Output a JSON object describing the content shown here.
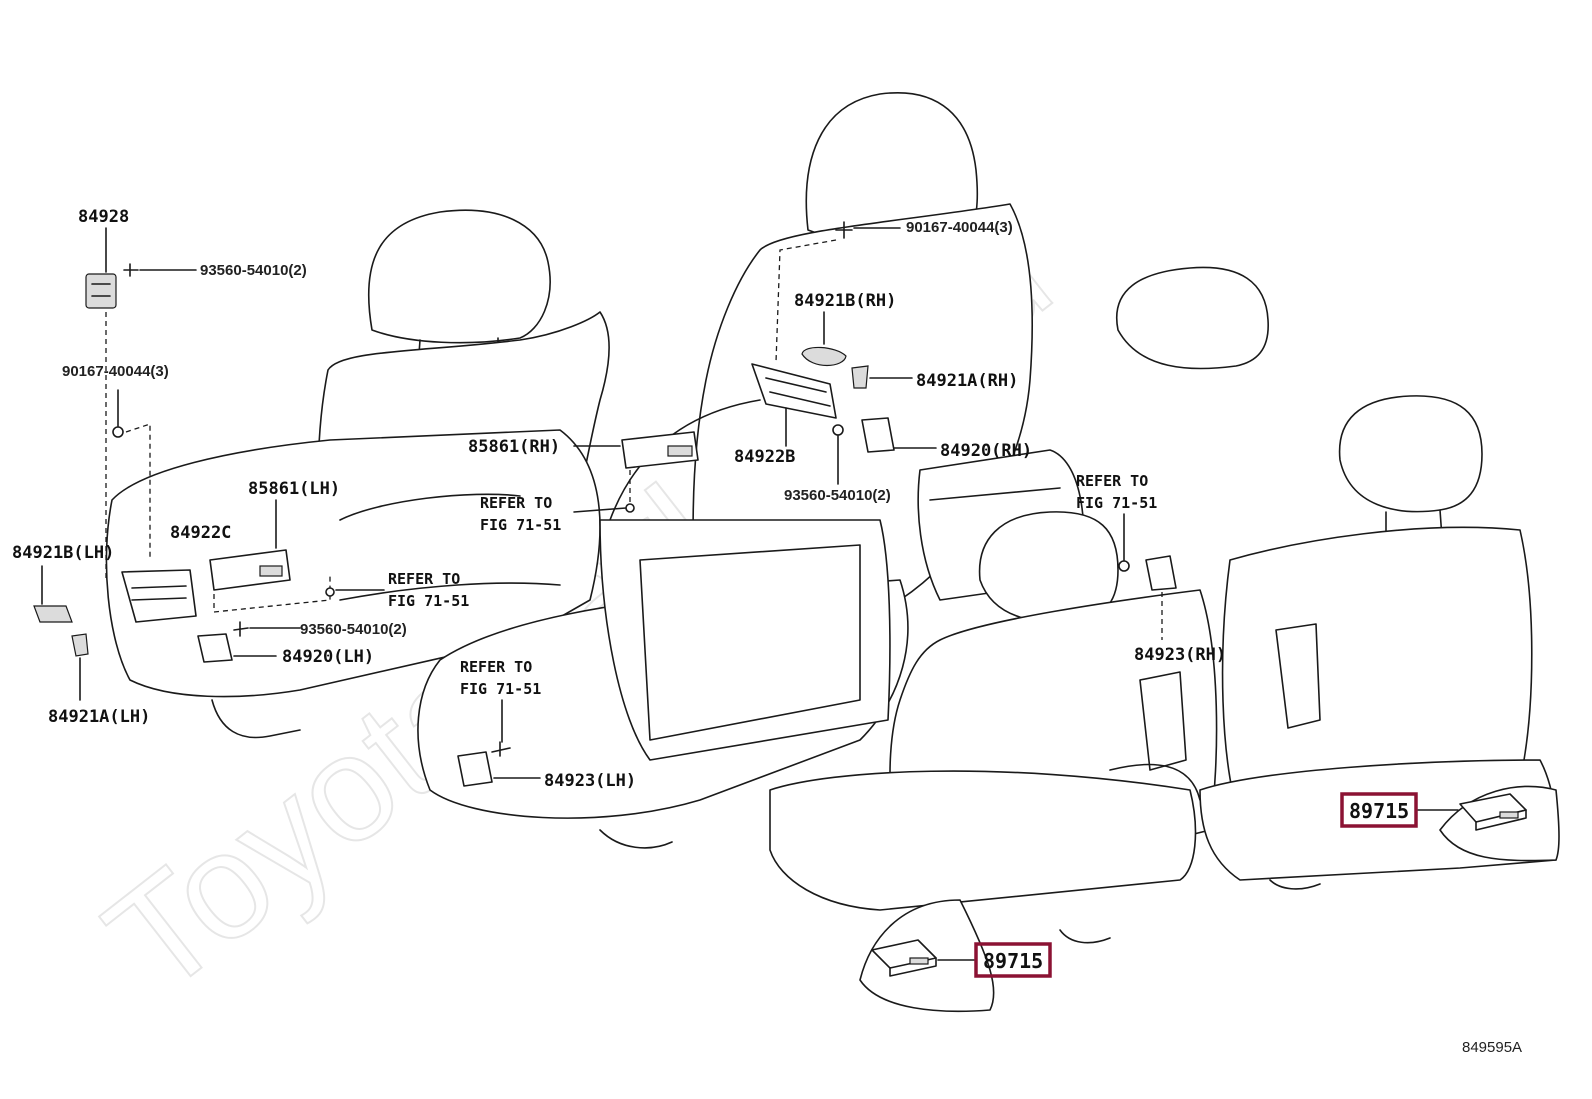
{
  "watermark": "ToyotaCarLine.ru",
  "figure_code": "849595A",
  "highlight_color": "#8b1233",
  "labels": {
    "p84928": "84928",
    "p93560_top": "93560-54010(2)",
    "p90167_left": "90167-40044(3)",
    "p90167_top": "90167-40044(3)",
    "p84921b_lh": "84921B(LH)",
    "p84922c": "84922C",
    "p85861_lh": "85861(LH)",
    "refer_a_1": "REFER TO",
    "refer_a_2": "FIG 71-51",
    "p93560_mid": "93560-54010(2)",
    "p84920_lh": "84920(LH)",
    "p84921a_lh": "84921A(LH)",
    "p85861_rh": "85861(RH)",
    "refer_b_1": "REFER TO",
    "refer_b_2": "FIG 71-51",
    "p84921b_rh": "84921B(RH)",
    "p84921a_rh": "84921A(RH)",
    "p84922b": "84922B",
    "p84920_rh": "84920(RH)",
    "p93560_right": "93560-54010(2)",
    "refer_c_1": "REFER TO",
    "refer_c_2": "FIG 71-51",
    "p84923_rh": "84923(RH)",
    "refer_d_1": "REFER TO",
    "refer_d_2": "FIG 71-51",
    "p84923_lh": "84923(LH)",
    "p89715_right": "89715",
    "p89715_bottom": "89715"
  }
}
